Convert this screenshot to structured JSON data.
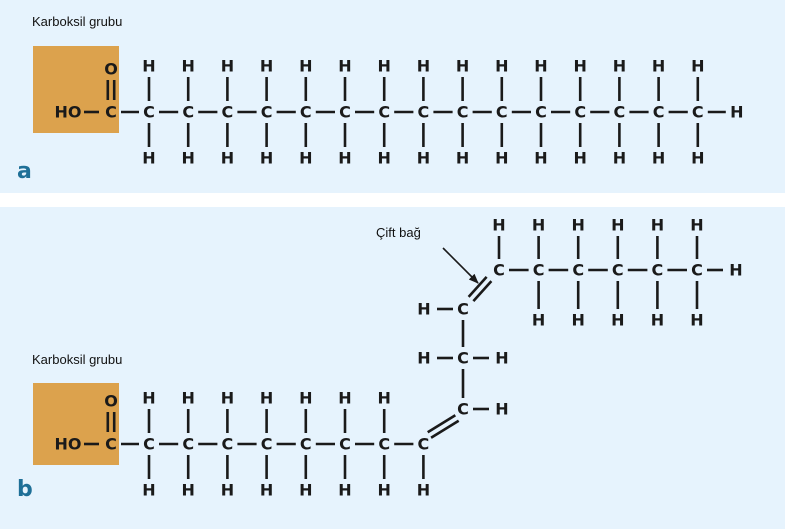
{
  "panel_a": {
    "letter": "a",
    "group_label": "Karboksil grubu",
    "chain": {
      "hydroxyl": "HO",
      "carbonyl_o": "O",
      "carbon": "C",
      "hydrogen": "H",
      "chain_carbons": 15
    }
  },
  "panel_b": {
    "letter": "b",
    "group_label": "Karboksil grubu",
    "double_bond_label": "Çift bağ",
    "chain": {
      "hydroxyl": "HO",
      "carbonyl_o": "O",
      "carbon": "C",
      "hydrogen": "H",
      "lower_carbons": 8,
      "vertical_carbons": 3,
      "upper_carbons": 6
    }
  },
  "colors": {
    "panel_bg": "#e6f3fd",
    "carboxyl_box": "#dca24d",
    "panel_letter": "#1e6f97",
    "atoms": "#1a1a1a"
  }
}
